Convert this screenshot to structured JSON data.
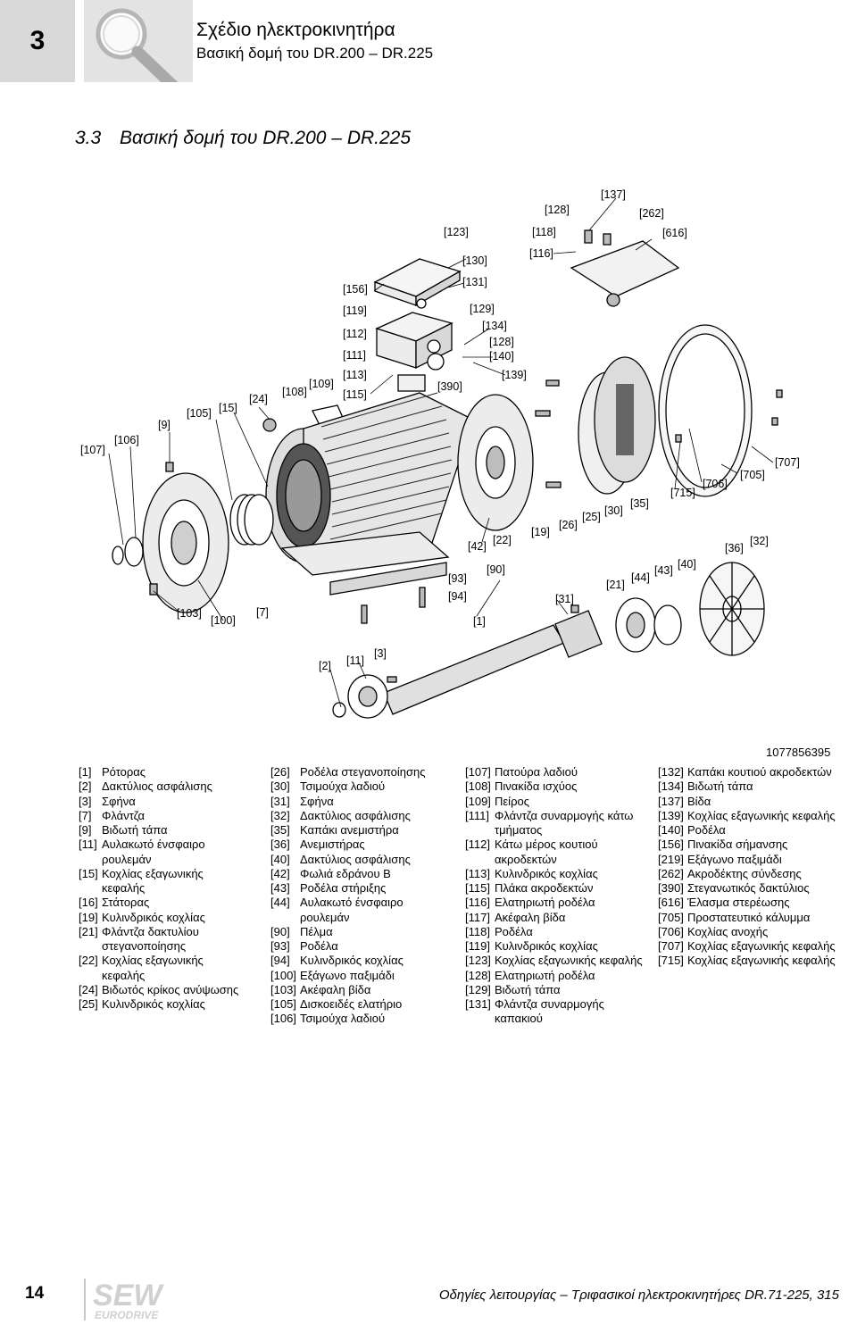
{
  "header": {
    "chapter_number": "3",
    "title": "Σχέδιο ηλεκτροκινητήρα",
    "subtitle": "Βασική δομή του DR.200 – DR.225",
    "icon": "magnifier-icon"
  },
  "section": {
    "number": "3.3",
    "title": "Βασική δομή του DR.200 – DR.225"
  },
  "figure": {
    "callouts": [
      "[1]",
      "[2]",
      "[3]",
      "[7]",
      "[9]",
      "[11]",
      "[15]",
      "[19]",
      "[21]",
      "[22]",
      "[24]",
      "[25]",
      "[26]",
      "[30]",
      "[31]",
      "[32]",
      "[35]",
      "[36]",
      "[40]",
      "[42]",
      "[43]",
      "[44]",
      "[90]",
      "[93]",
      "[94]",
      "[100]",
      "[103]",
      "[105]",
      "[106]",
      "[107]",
      "[108]",
      "[109]",
      "[111]",
      "[112]",
      "[113]",
      "[115]",
      "[116]",
      "[118]",
      "[119]",
      "[123]",
      "[128]",
      "[128]",
      "[129]",
      "[130]",
      "[131]",
      "[134]",
      "[137]",
      "[139]",
      "[140]",
      "[156]",
      "[262]",
      "[390]",
      "[616]",
      "[705]",
      "[706]",
      "[707]",
      "[715]"
    ],
    "figure_id": "1077856395"
  },
  "legend": {
    "col1": [
      {
        "no": "[1]",
        "text": "Ρότορας"
      },
      {
        "no": "[2]",
        "text": "Δακτύλιος ασφάλισης"
      },
      {
        "no": "[3]",
        "text": "Σφήνα"
      },
      {
        "no": "[7]",
        "text": "Φλάντζα"
      },
      {
        "no": "[9]",
        "text": "Βιδωτή τάπα"
      },
      {
        "no": "[11]",
        "text": "Αυλακωτό ένσφαιρο ρουλεμάν"
      },
      {
        "no": "[15]",
        "text": "Κοχλίας εξαγωνικής κεφαλής"
      },
      {
        "no": "[16]",
        "text": "Στάτορας"
      },
      {
        "no": "[19]",
        "text": "Κυλινδρικός κοχλίας"
      },
      {
        "no": "[21]",
        "text": "Φλάντζα δακτυλίου στεγανοποίησης"
      },
      {
        "no": "[22]",
        "text": "Κοχλίας εξαγωνικής κεφαλής"
      },
      {
        "no": "[24]",
        "text": "Βιδωτός κρίκος ανύψωσης"
      },
      {
        "no": "[25]",
        "text": "Κυλινδρικός κοχλίας"
      }
    ],
    "col2": [
      {
        "no": "[26]",
        "text": "Ροδέλα στεγανοποίησης"
      },
      {
        "no": "[30]",
        "text": "Τσιμούχα λαδιού"
      },
      {
        "no": "[31]",
        "text": "Σφήνα"
      },
      {
        "no": "[32]",
        "text": "Δακτύλιος ασφάλισης"
      },
      {
        "no": "[35]",
        "text": "Καπάκι ανεμιστήρα"
      },
      {
        "no": "[36]",
        "text": "Ανεμιστήρας"
      },
      {
        "no": "[40]",
        "text": "Δακτύλιος ασφάλισης"
      },
      {
        "no": "[42]",
        "text": "Φωλιά εδράνου B"
      },
      {
        "no": "[43]",
        "text": "Ροδέλα στήριξης"
      },
      {
        "no": "[44]",
        "text": "Αυλακωτό ένσφαιρο ρουλεμάν"
      },
      {
        "no": "[90]",
        "text": "Πέλμα"
      },
      {
        "no": "[93]",
        "text": "Ροδέλα"
      },
      {
        "no": "[94]",
        "text": "Κυλινδρικός κοχλίας"
      },
      {
        "no": "[100]",
        "text": "Εξάγωνο παξιμάδι"
      },
      {
        "no": "[103]",
        "text": "Ακέφαλη βίδα"
      },
      {
        "no": "[105]",
        "text": "Δισκοειδές ελατήριο"
      },
      {
        "no": "[106]",
        "text": "Τσιμούχα λαδιού"
      }
    ],
    "col3": [
      {
        "no": "[107]",
        "text": "Πατούρα λαδιού"
      },
      {
        "no": "[108]",
        "text": "Πινακίδα ισχύος"
      },
      {
        "no": "[109]",
        "text": "Πείρος"
      },
      {
        "no": "[111]",
        "text": "Φλάντζα συναρμογής κάτω τμήματος"
      },
      {
        "no": "[112]",
        "text": "Κάτω μέρος κουτιού ακροδεκτών"
      },
      {
        "no": "[113]",
        "text": "Κυλινδρικός κοχλίας"
      },
      {
        "no": "[115]",
        "text": "Πλάκα ακροδεκτών"
      },
      {
        "no": "[116]",
        "text": "Ελατηριωτή ροδέλα"
      },
      {
        "no": "[117]",
        "text": "Ακέφαλη βίδα"
      },
      {
        "no": "[118]",
        "text": "Ροδέλα"
      },
      {
        "no": "[119]",
        "text": "Κυλινδρικός κοχλίας"
      },
      {
        "no": "[123]",
        "text": "Κοχλίας εξαγωνικής κεφαλής"
      },
      {
        "no": "[128]",
        "text": "Ελατηριωτή ροδέλα"
      },
      {
        "no": "[129]",
        "text": "Βιδωτή τάπα"
      },
      {
        "no": "[131]",
        "text": "Φλάντζα συναρμογής καπακιού"
      }
    ],
    "col4": [
      {
        "no": "[132]",
        "text": "Καπάκι κουτιού ακροδεκτών"
      },
      {
        "no": "[134]",
        "text": "Βιδωτή τάπα"
      },
      {
        "no": "[137]",
        "text": "Βίδα"
      },
      {
        "no": "[139]",
        "text": "Κοχλίας εξαγωνικής κεφαλής"
      },
      {
        "no": "[140]",
        "text": "Ροδέλα"
      },
      {
        "no": "[156]",
        "text": "Πινακίδα σήμανσης"
      },
      {
        "no": "[219]",
        "text": "Εξάγωνο παξιμάδι"
      },
      {
        "no": "[262]",
        "text": "Ακροδέκτης σύνδεσης"
      },
      {
        "no": "[390]",
        "text": "Στεγανωτικός δακτύλιος"
      },
      {
        "no": "[616]",
        "text": "Έλασμα στερέωσης"
      },
      {
        "no": "[705]",
        "text": "Προστατευτικό κάλυμμα"
      },
      {
        "no": "[706]",
        "text": "Κοχλίας ανοχής"
      },
      {
        "no": "[707]",
        "text": "Κοχλίας εξαγωνικής κεφαλής"
      },
      {
        "no": "[715]",
        "text": "Κοχλίας εξαγωνικής κεφαλής"
      }
    ]
  },
  "footer": {
    "page_number": "14",
    "logo": "SEW EURODRIVE",
    "text": "Οδηγίες λειτουργίας – Τριφασικοί ηλεκτροκινητήρες DR.71-225, 315"
  }
}
